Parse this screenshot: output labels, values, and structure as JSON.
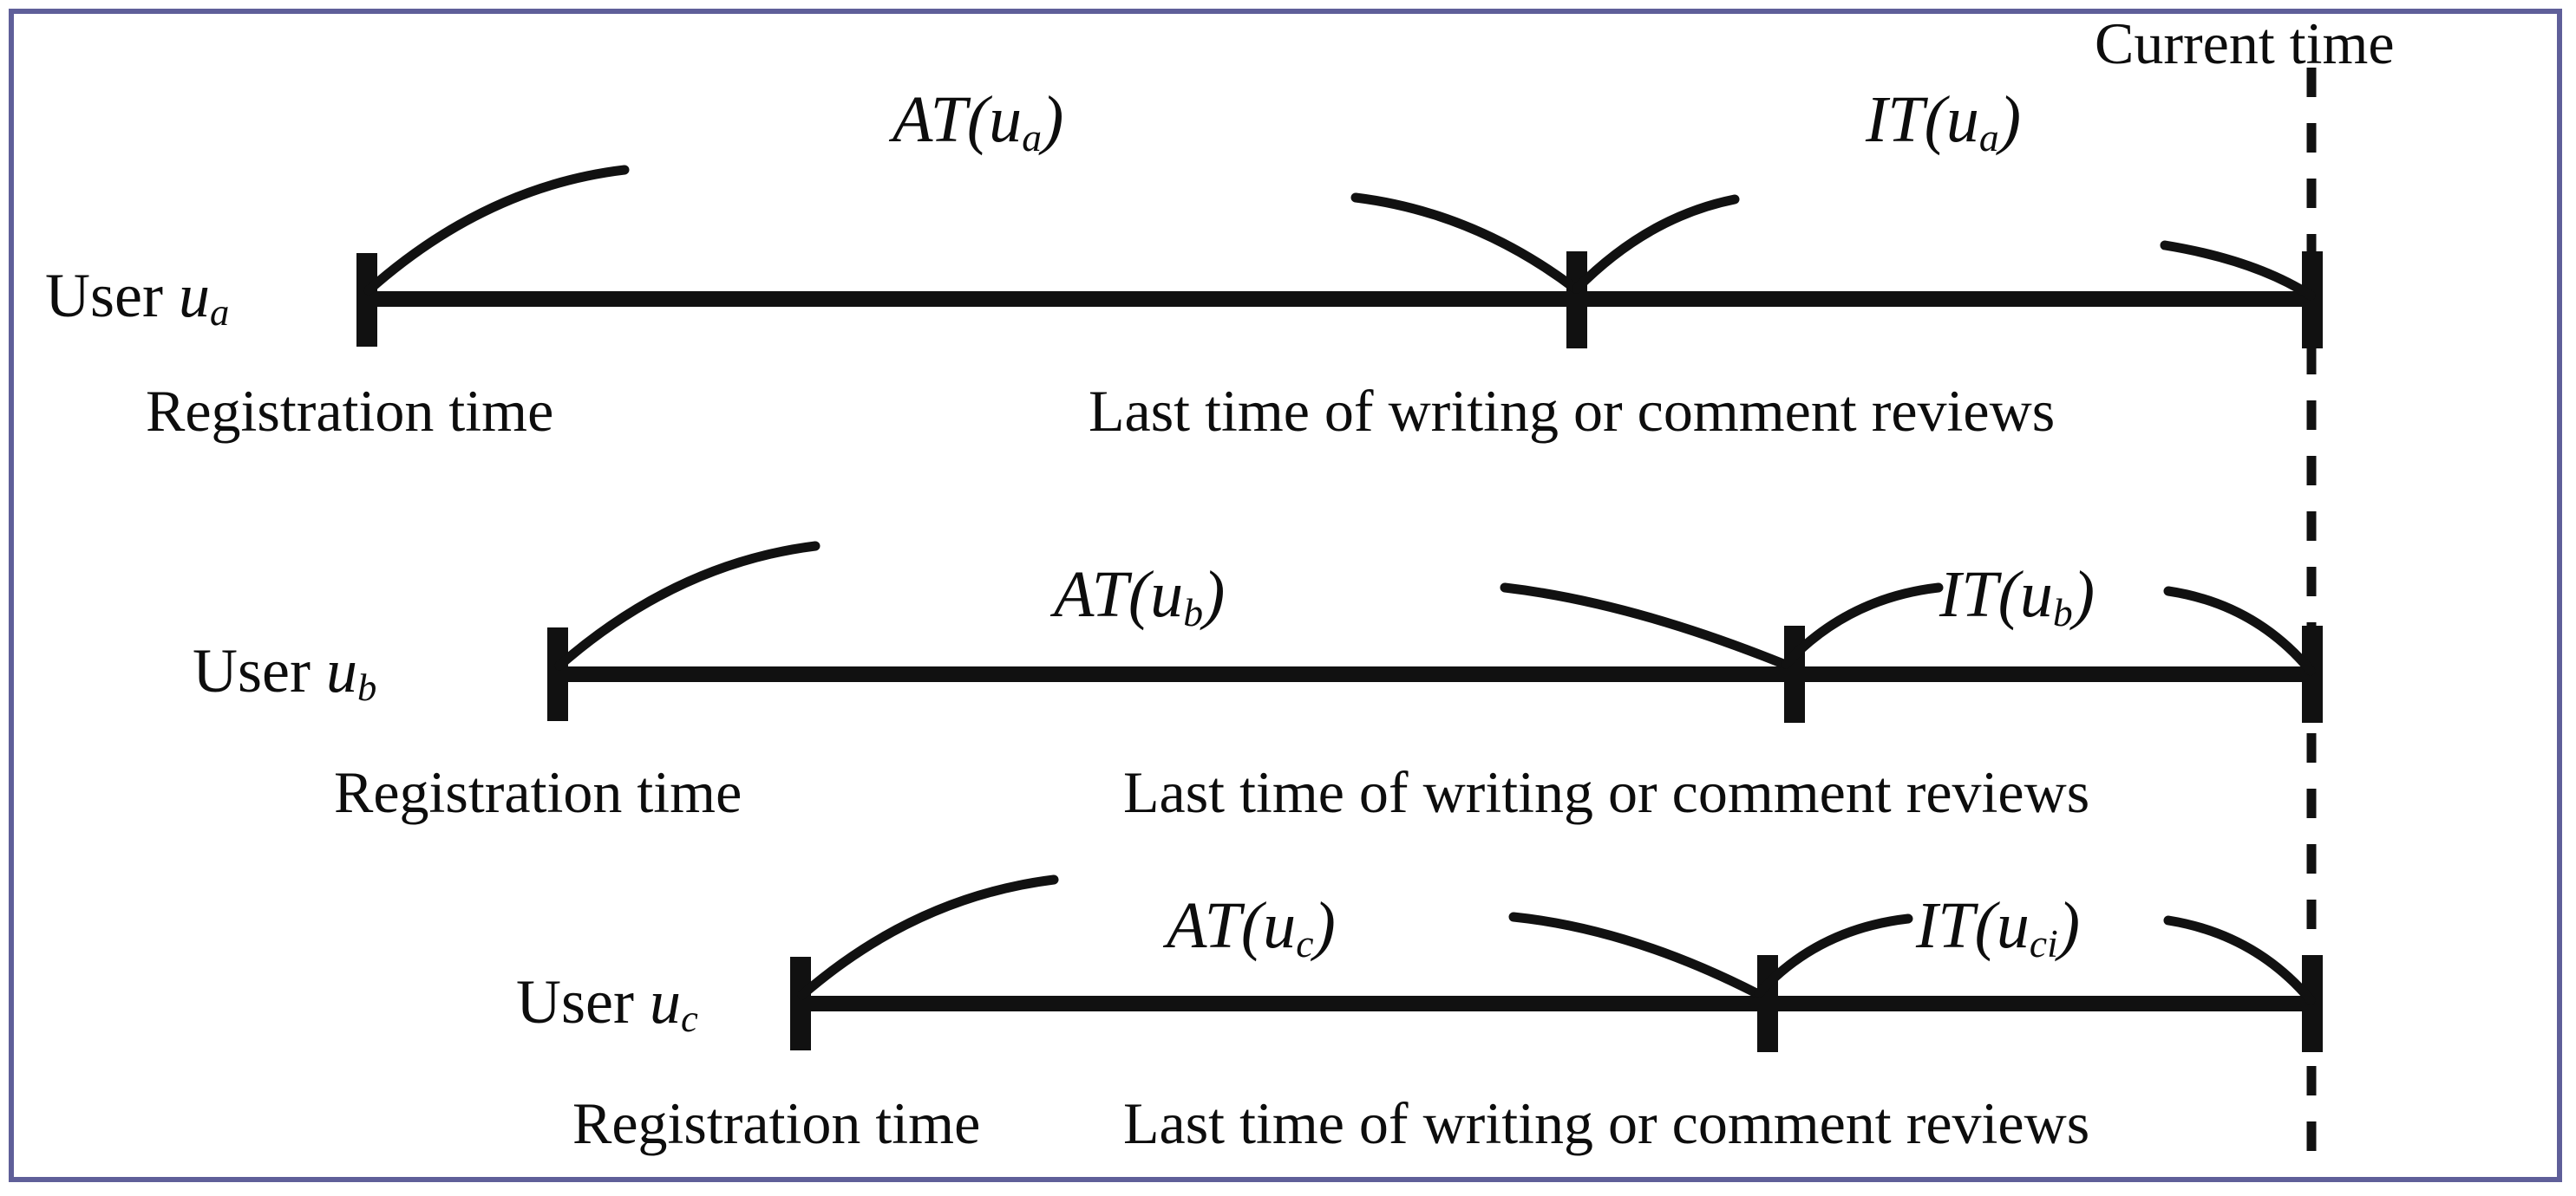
{
  "figure": {
    "kind": "timeline-diagram",
    "border_color": "#5f5f99",
    "background": "#ffffff",
    "stroke_color": "#111111",
    "current_time_label": "Current time",
    "registration_caption": "Registration time",
    "last_time_caption": "Last time of writing or comment reviews"
  },
  "rows": [
    {
      "id": "user-a",
      "user_prefix": "User ",
      "user_symbol": "u",
      "user_subscript": "a",
      "active_label_main": "AT(u",
      "active_label_sub": "a",
      "active_label_close": ")",
      "inactive_label_main": "IT(u",
      "inactive_label_sub": "a",
      "inactive_label_close": ")",
      "registration_caption": "Registration time",
      "last_time_caption": "Last time of writing or comment reviews"
    },
    {
      "id": "user-b",
      "user_prefix": "User ",
      "user_symbol": "u",
      "user_subscript": "b",
      "active_label_main": "AT(u",
      "active_label_sub": "b",
      "active_label_close": ")",
      "inactive_label_main": "IT(u",
      "inactive_label_sub": "b",
      "inactive_label_close": ")",
      "registration_caption": "Registration time",
      "last_time_caption": "Last time of writing or comment reviews"
    },
    {
      "id": "user-c",
      "user_prefix": "User ",
      "user_symbol": "u",
      "user_subscript": "c",
      "active_label_main": "AT(u",
      "active_label_sub": "c",
      "active_label_close": ")",
      "inactive_label_main": "IT(u",
      "inactive_label_sub": "ci",
      "inactive_label_close": ")",
      "registration_caption": "Registration time",
      "last_time_caption": "Last time of writing or comment reviews"
    }
  ],
  "chart_data": {
    "type": "timeline",
    "title": "",
    "xlabel": "",
    "ylabel": "",
    "annotations": [
      "Current time",
      "Registration time",
      "Last time of writing or comment reviews"
    ],
    "series": [
      {
        "name": "User u_a",
        "registration_x": 422,
        "last_activity_x": 1817,
        "current_time_x": 2665,
        "baseline_y": 345,
        "active_time_label": "AT(u_a)",
        "inactive_time_label": "IT(u_a)"
      },
      {
        "name": "User u_b",
        "registration_x": 642,
        "last_activity_x": 2068,
        "current_time_x": 2665,
        "baseline_y": 778,
        "active_time_label": "AT(u_b)",
        "inactive_time_label": "IT(u_b)"
      },
      {
        "name": "User u_c",
        "registration_x": 922,
        "last_activity_x": 2037,
        "current_time_x": 2665,
        "baseline_y": 1158,
        "active_time_label": "AT(u_c)",
        "inactive_time_label": "IT(u_ci)"
      }
    ],
    "axis_range_x": [
      422,
      2665
    ],
    "grid": false,
    "legend": "none"
  }
}
